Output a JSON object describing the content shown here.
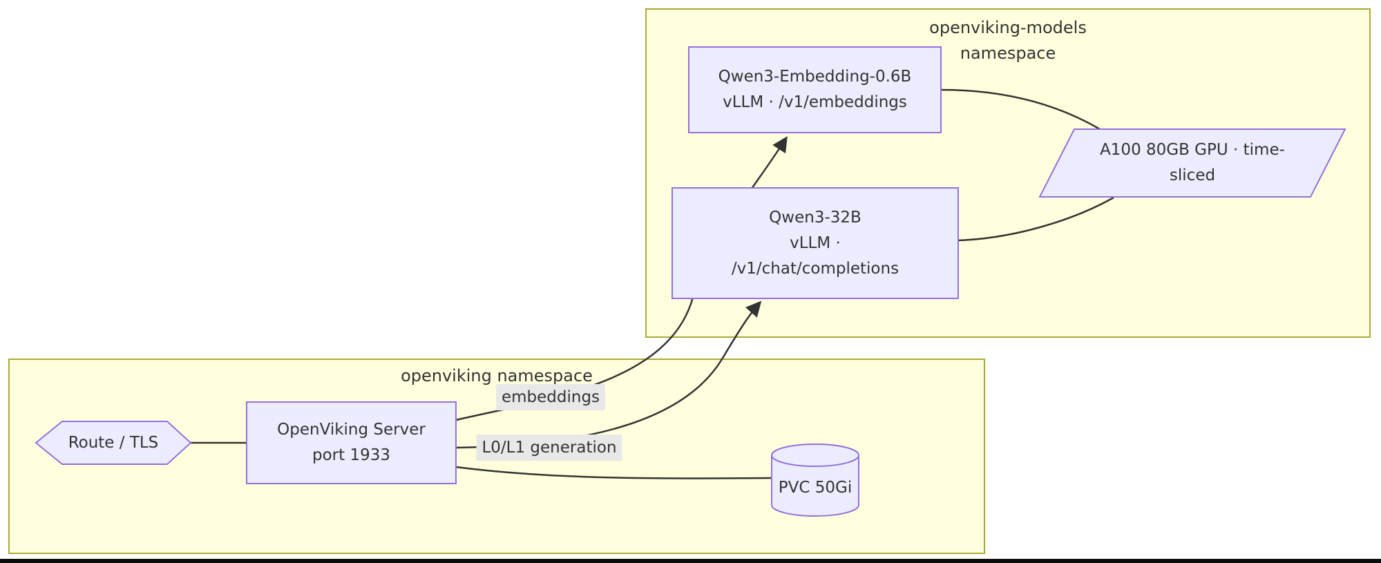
{
  "diagram": {
    "title": "",
    "clusters": [
      {
        "id": "openviking-models",
        "label": "openviking-models\nnamespace"
      },
      {
        "id": "openviking",
        "label": "openviking namespace"
      }
    ],
    "nodes": [
      {
        "id": "m1",
        "shape": "rect",
        "label": "Qwen3-Embedding-0.6B\nvLLM · /v1/embeddings"
      },
      {
        "id": "m2",
        "shape": "rect",
        "label": "Qwen3-32B\nvLLM ·\n/v1/chat/completions"
      },
      {
        "id": "gpu",
        "shape": "parallelogram",
        "label": "A100 80GB GPU · time-\nsliced"
      },
      {
        "id": "route",
        "shape": "hexagon",
        "label": "Route / TLS"
      },
      {
        "id": "server",
        "shape": "rect",
        "label": "OpenViking Server\nport 1933"
      },
      {
        "id": "pvc",
        "shape": "cylinder",
        "label": "PVC 50Gi"
      }
    ],
    "edges": [
      {
        "from": "route",
        "to": "server",
        "label": "",
        "arrow": false
      },
      {
        "from": "server",
        "to": "m1",
        "label": "embeddings",
        "arrow": true
      },
      {
        "from": "server",
        "to": "m2",
        "label": "L0/L1 generation",
        "arrow": true
      },
      {
        "from": "server",
        "to": "pvc",
        "label": "",
        "arrow": false
      },
      {
        "from": "m1",
        "to": "gpu",
        "label": "",
        "arrow": false
      },
      {
        "from": "m2",
        "to": "gpu",
        "label": "",
        "arrow": false
      }
    ],
    "colors": {
      "cluster_fill": "#ffffde",
      "cluster_border": "#aaaa33",
      "node_fill": "#ECECFF",
      "node_border": "#9370DB",
      "edge_line": "#333333",
      "edge_label_bg": "#e8e8e8",
      "text": "#333333",
      "bottom_bar": "#0a0a0a",
      "background": "#ffffff"
    }
  }
}
